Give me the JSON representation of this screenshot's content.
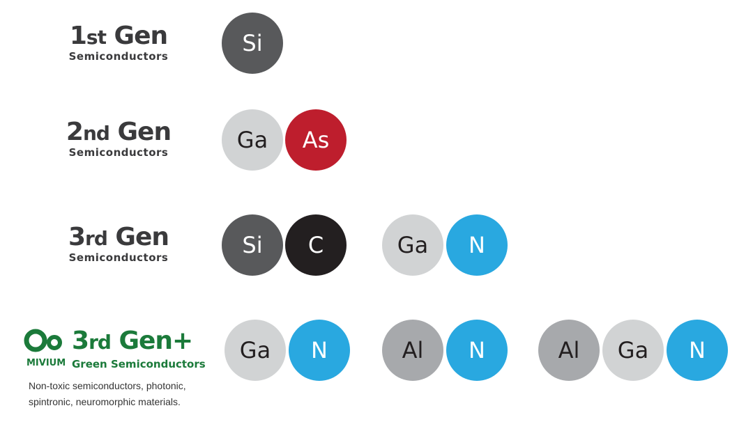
{
  "colors": {
    "Si": "#58595b",
    "Ga": "#d1d3d4",
    "As": "#be1e2d",
    "C": "#231f20",
    "N": "#29a8e0",
    "Al": "#a7a9ac",
    "green": "#1b7a3a"
  },
  "rows": [
    {
      "num": "1",
      "suffix": "st",
      "gen": " Gen",
      "sub": "Semiconductors",
      "elements": [
        "Si"
      ]
    },
    {
      "num": "2",
      "suffix": "nd",
      "gen": " Gen",
      "sub": "Semiconductors",
      "elements": [
        "Ga",
        "As"
      ]
    },
    {
      "num": "3",
      "suffix": "rd",
      "gen": " Gen",
      "sub": "Semiconductors",
      "elements": [
        "Si",
        "C",
        "Ga",
        "N"
      ]
    },
    {
      "num": "3",
      "suffix": "rd",
      "gen": " Gen+",
      "sub": "Green Semiconductors",
      "elements": [
        "Ga",
        "N",
        "Al",
        "N",
        "Al",
        "Ga",
        "N"
      ]
    }
  ],
  "logo": {
    "name": "MIVIUM"
  },
  "description": [
    "Non-toxic semiconductors, photonic,",
    "spintronic, neuromorphic materials."
  ]
}
